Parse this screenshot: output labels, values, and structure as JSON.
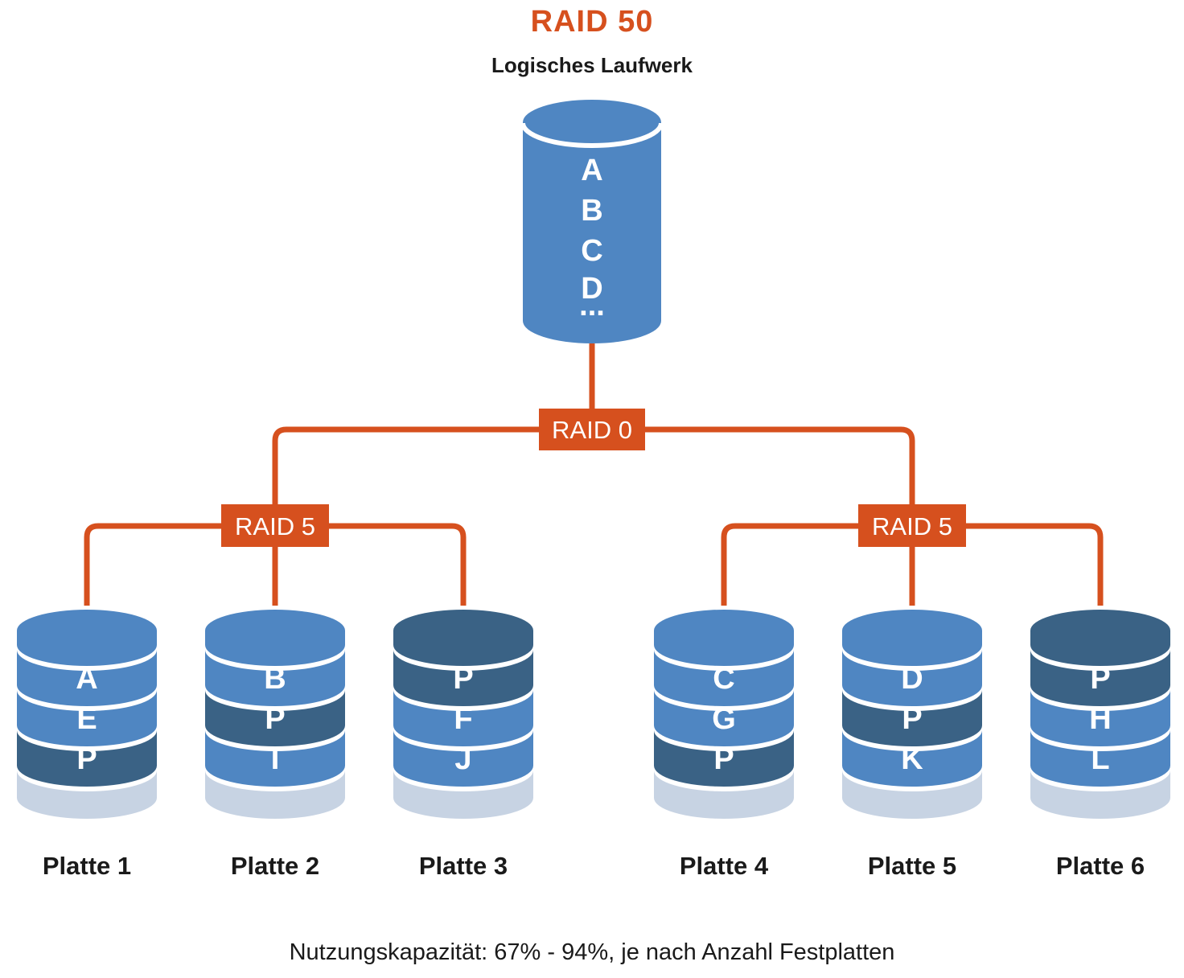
{
  "colors": {
    "orange": "#d6501e",
    "blue": "#4f86c2",
    "dark": "#3a6285",
    "light": "#c7d3e3",
    "label": "#1a1a1a",
    "white": "#ffffff"
  },
  "header": {
    "title": "RAID 50",
    "subtitle": "Logisches Laufwerk"
  },
  "logical_drive": {
    "blocks": [
      "A",
      "B",
      "C",
      "D",
      "..."
    ]
  },
  "raid_nodes": {
    "raid0": "RAID 0",
    "raid5_left": "RAID 5",
    "raid5_right": "RAID 5"
  },
  "disks": [
    {
      "label": "Platte 1",
      "segments": [
        {
          "letter": "A",
          "type": "data",
          "color": "#4f86c2"
        },
        {
          "letter": "E",
          "type": "data",
          "color": "#4f86c2"
        },
        {
          "letter": "P",
          "type": "parity",
          "color": "#3a6285"
        }
      ]
    },
    {
      "label": "Platte 2",
      "segments": [
        {
          "letter": "B",
          "type": "data",
          "color": "#4f86c2"
        },
        {
          "letter": "P",
          "type": "parity",
          "color": "#3a6285"
        },
        {
          "letter": "I",
          "type": "data",
          "color": "#4f86c2"
        }
      ]
    },
    {
      "label": "Platte 3",
      "segments": [
        {
          "letter": "P",
          "type": "parity",
          "color": "#3a6285"
        },
        {
          "letter": "F",
          "type": "data",
          "color": "#4f86c2"
        },
        {
          "letter": "J",
          "type": "data",
          "color": "#4f86c2"
        }
      ]
    },
    {
      "label": "Platte 4",
      "segments": [
        {
          "letter": "C",
          "type": "data",
          "color": "#4f86c2"
        },
        {
          "letter": "G",
          "type": "data",
          "color": "#4f86c2"
        },
        {
          "letter": "P",
          "type": "parity",
          "color": "#3a6285"
        }
      ]
    },
    {
      "label": "Platte 5",
      "segments": [
        {
          "letter": "D",
          "type": "data",
          "color": "#4f86c2"
        },
        {
          "letter": "P",
          "type": "parity",
          "color": "#3a6285"
        },
        {
          "letter": "K",
          "type": "data",
          "color": "#4f86c2"
        }
      ]
    },
    {
      "label": "Platte 6",
      "segments": [
        {
          "letter": "P",
          "type": "parity",
          "color": "#3a6285"
        },
        {
          "letter": "H",
          "type": "data",
          "color": "#4f86c2"
        },
        {
          "letter": "L",
          "type": "data",
          "color": "#4f86c2"
        }
      ]
    }
  ],
  "caption": "Nutzungskapazität: 67% - 94%, je nach Anzahl Festplatten"
}
